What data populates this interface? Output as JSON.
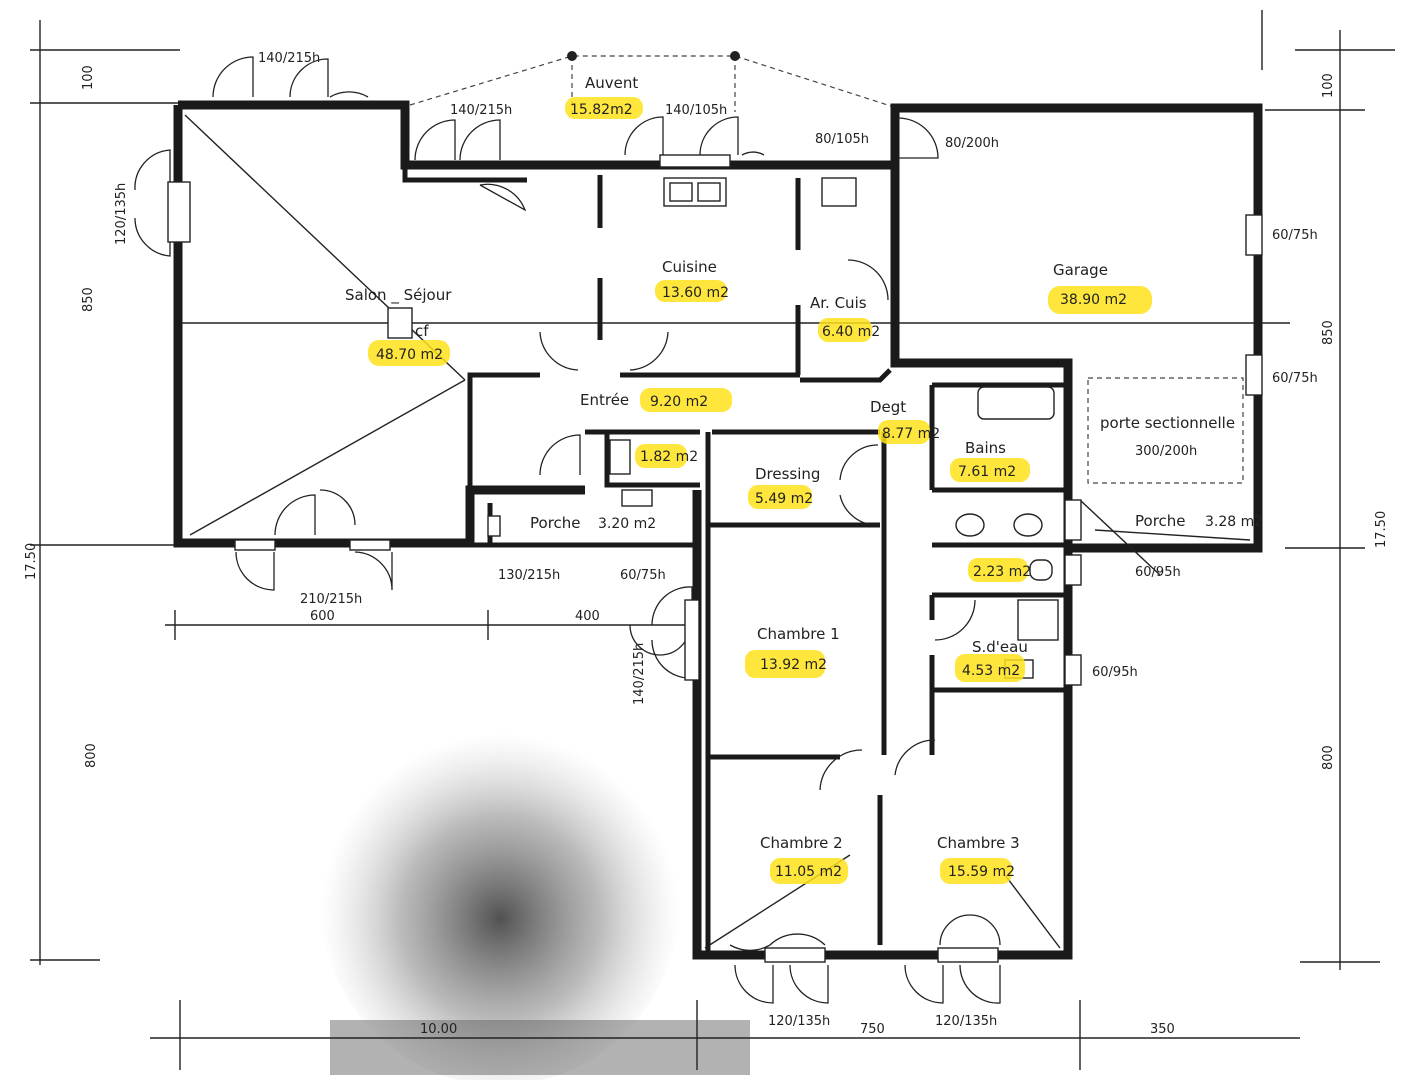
{
  "rooms": {
    "auvent": {
      "name": "Auvent",
      "area": "15.82m2"
    },
    "salon": {
      "name": "Salon _ Séjour",
      "area": "48.70 m2",
      "cf": "cf"
    },
    "cuisine": {
      "name": "Cuisine",
      "area": "13.60 m2"
    },
    "ar_cuis": {
      "name": "Ar. Cuis",
      "area": "6.40 m2"
    },
    "garage": {
      "name": "Garage",
      "area": "38.90 m2"
    },
    "entree": {
      "name": "Entrée",
      "area": "9.20 m2"
    },
    "deg": {
      "name": "Degt",
      "area": "8.77 m2"
    },
    "wc1": {
      "area": "1.82 m2"
    },
    "dressing": {
      "name": "Dressing",
      "area": "5.49 m2"
    },
    "bains": {
      "name": "Bains",
      "area": "7.61 m2"
    },
    "porche_left": {
      "name": "Porche",
      "area": "3.20 m2"
    },
    "porche_right": {
      "name": "Porche",
      "area": "3.28 m2"
    },
    "porte_sect": {
      "line1": "porte sectionnelle",
      "line2": "300/200h"
    },
    "wc2": {
      "area": "2.23 m2"
    },
    "sdeau": {
      "name": "S.d'eau",
      "area": "4.53 m2"
    },
    "chambre1": {
      "name": "Chambre 1",
      "area": "13.92 m2"
    },
    "chambre2": {
      "name": "Chambre 2",
      "area": "11.05 m2"
    },
    "chambre3": {
      "name": "Chambre 3",
      "area": "15.59 m2"
    }
  },
  "openings": {
    "o1": "140/215h",
    "o2": "140/215h",
    "o3": "140/105h",
    "o4": "80/105h",
    "o5": "80/200h",
    "o6": "120/135h",
    "o7": "60/75h",
    "o8": "60/75h",
    "o9": "210/215h",
    "o10": "130/215h",
    "o11": "60/75h",
    "o12": "60/95h",
    "o13": "60/95h",
    "o14": "140/215h",
    "o15": "120/135h",
    "o16": "120/135h"
  },
  "dims": {
    "left_top": "100",
    "left_mid": "850",
    "left_total": "17.50",
    "left_bottom": "800",
    "right_top": "100",
    "right_mid": "850",
    "right_total": "17.50",
    "right_bottom": "800",
    "mid_600": "600",
    "mid_400": "400",
    "bot_1000": "10.00",
    "bot_750": "750",
    "bot_350": "350"
  },
  "colors": {
    "highlight": "#ffe21a",
    "ink": "#1a1a1a"
  }
}
